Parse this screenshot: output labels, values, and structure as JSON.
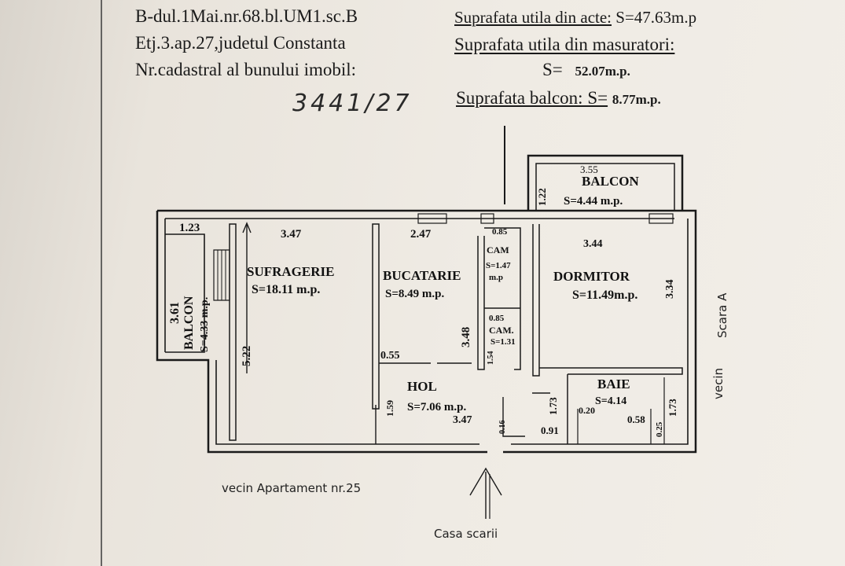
{
  "header": {
    "line1": "B-dul.1Mai.nr.68.bl.UM1.sc.B",
    "line2": "Etj.3.ap.27,judetul Constanta",
    "line3": "Nr.cadastral al bunului imobil:",
    "cadastral_number": "3441/27"
  },
  "surfaces": {
    "acte_label": "Suprafata utila din acte:",
    "acte_value": "S=47.63m.p",
    "masuratori_label": "Suprafata utila din masuratori:",
    "masuratori_prefix": "S=",
    "masuratori_value": "52.07m.p.",
    "balcon_label": "Suprafata balcon: S=",
    "balcon_value": "8.77m.p."
  },
  "rooms": {
    "balcon_top": {
      "name": "BALCON",
      "area": "S=4.44 m.p.",
      "width": "3.55",
      "depth": "1.22"
    },
    "balcon_left": {
      "name": "BALCON",
      "area": "S=4.33 m.p.",
      "length": "3.61",
      "width": "1.23"
    },
    "sufragerie": {
      "name": "SUFRAGERIE",
      "area": "S=18.11 m.p.",
      "width": "3.47",
      "length": "5.22"
    },
    "bucatarie": {
      "name": "BUCATARIE",
      "area": "S=8.49 m.p.",
      "width": "2.47",
      "length": "3.48",
      "extra": "0.55"
    },
    "cam1": {
      "name": "CAM",
      "area": "S=1.47",
      "unit": "m.p",
      "width": "0.85"
    },
    "cam2": {
      "name": "CAM.",
      "area": "S=1.31",
      "width": "0.85",
      "length": "1.54"
    },
    "dormitor": {
      "name": "DORMITOR",
      "area": "S=11.49m.p.",
      "width": "3.44",
      "length": "3.34"
    },
    "hol": {
      "name": "HOL",
      "area": "S=7.06 m.p.",
      "width": "3.47",
      "depth": "1.59"
    },
    "baie": {
      "name": "BAIE",
      "area": "S=4.14",
      "depth_left": "1.73",
      "depth_right": "1.73",
      "d1": "0.20",
      "d2": "0.58",
      "d3": "0.25",
      "d4": "0.91",
      "d5": "0.16"
    }
  },
  "annotations": {
    "vecin_bottom": "vecin Apartament nr.25",
    "vecin_right": "vecin",
    "scara": "Scara A",
    "casa_scarii": "Casa scarii"
  }
}
